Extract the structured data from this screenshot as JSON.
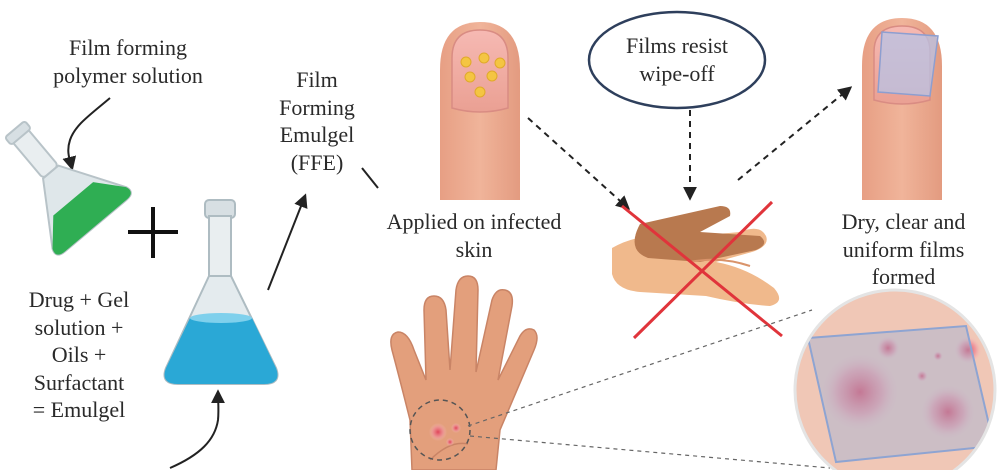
{
  "labels": {
    "polymer": [
      "Film forming",
      "polymer solution"
    ],
    "ffe": [
      "Film",
      "Forming",
      "Emulgel",
      "(FFE)"
    ],
    "emulgel": [
      "Drug + Gel",
      "solution +",
      "Oils +",
      "Surfactant",
      "= Emulgel"
    ],
    "applied": [
      "Applied on infected",
      "skin"
    ],
    "resist": [
      "Films resist",
      "wipe-off"
    ],
    "dry": [
      "Dry, clear and",
      "uniform films",
      "formed"
    ]
  },
  "colors": {
    "green_liquid": "#2fae53",
    "blue_liquid": "#2aa8d6",
    "skin": "#e8a88c",
    "nail": "#f2a9a6",
    "hand_dark": "#b8794f",
    "hand_light": "#f0b98c",
    "cross": "#e0343b",
    "lesion": "#e3566a",
    "film": "#9fb3d8",
    "oval_border": "#2e3f5c",
    "spot": "#f4c542"
  },
  "icons": [
    "flask-green-icon",
    "flask-blue-icon",
    "plus-icon",
    "nail-spots-icon",
    "nail-film-icon",
    "hands-crossed-icon",
    "hand-infected-icon",
    "magnified-skin-icon"
  ]
}
